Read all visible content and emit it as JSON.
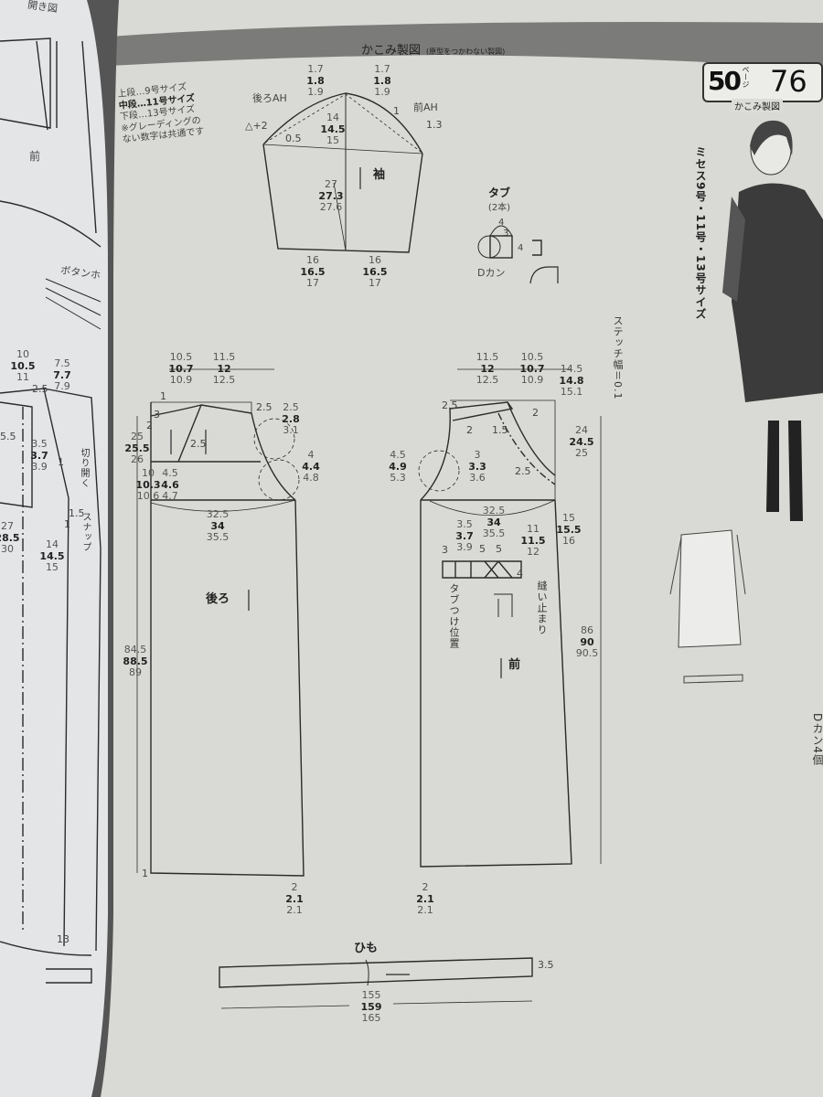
{
  "header": {
    "title": "かこみ製図",
    "subtitle": "(原型をつかわない製図)"
  },
  "badge": {
    "page": "50",
    "page_unit": "ページ",
    "number": "76",
    "label": "かこみ製図"
  },
  "legend": [
    "上段…9号サイズ",
    "中段…11号サイズ",
    "下段…13号サイズ",
    "※グレーディングの",
    "ない数字は共通です"
  ],
  "size_range": "ミセス9号・11号・13号サイズ",
  "notions": "Dカン4個",
  "left_page": {
    "heading": "開き図",
    "front": "前",
    "button": "ボタンホ",
    "m_top_a": [
      "10",
      "10.5",
      "11"
    ],
    "m_top_b": [
      "7.5",
      "7.7",
      "7.9"
    ],
    "m_25": "2.5",
    "m_55": "5.5",
    "m_37": [
      "3.5",
      "3.7",
      "3.9"
    ],
    "m_1": "1",
    "cut_open": "切り開く",
    "m_285": [
      "27",
      "28.5",
      "30"
    ],
    "m_145": [
      "14",
      "14.5",
      "15"
    ],
    "snap": "スナップ",
    "m_15": "1.5",
    "m_1b": "1",
    "m_13": "13"
  },
  "sleeve": {
    "title": "袖",
    "back_ah": "後ろAH",
    "front_ah": "前AH",
    "tri_plus": "△+2",
    "m_05": "0.5",
    "cap_left": [
      "1.7",
      "1.8",
      "1.9"
    ],
    "cap_right": [
      "1.7",
      "1.8",
      "1.9"
    ],
    "cap_height": [
      "14",
      "14.5",
      "15"
    ],
    "m_1": "1",
    "m_13": "1.3",
    "length": [
      "27",
      "27.3",
      "27.6"
    ],
    "hem_left": [
      "16",
      "16.5",
      "17"
    ],
    "hem_right": [
      "16",
      "16.5",
      "17"
    ]
  },
  "tab": {
    "title": "タブ",
    "count": "(2本)",
    "m_4": "4",
    "m_3": "3",
    "m_4b": "4",
    "d_ring": "Dカン"
  },
  "stitch": "ステッチ幅＝0.1",
  "back": {
    "title": "後ろ",
    "neck_w": [
      "10.5",
      "10.7",
      "10.9"
    ],
    "shoulder_w": [
      "11.5",
      "12",
      "12.5"
    ],
    "m_1": "1",
    "m_3": "3",
    "m_2": "2",
    "m_25a": "2.5",
    "m_25b": "2.5",
    "shoulder_drop": [
      "2.5",
      "2.8",
      "3.1"
    ],
    "armhole": [
      "4",
      "4.4",
      "4.8"
    ],
    "yoke_depth": [
      "25",
      "25.5",
      "26"
    ],
    "m_103": [
      "10",
      "10.3",
      "10.6"
    ],
    "m_46": [
      "4.5",
      "4.6",
      "4.7"
    ],
    "width": [
      "32.5",
      "34",
      "35.5"
    ],
    "length": [
      "84.5",
      "88.5",
      "89"
    ],
    "hem": [
      "2",
      "2.1",
      "2.1"
    ],
    "m_1b": "1"
  },
  "front": {
    "title": "前",
    "shoulder_w": [
      "11.5",
      "12",
      "12.5"
    ],
    "neck_w": [
      "10.5",
      "10.7",
      "10.9"
    ],
    "half_w": [
      "14.5",
      "14.8",
      "15.1"
    ],
    "m_25": "2.5",
    "m_2a": "2",
    "m_15": "1.5",
    "m_2b": "2",
    "m_33": [
      "3",
      "3.3",
      "3.6"
    ],
    "m_49": [
      "4.5",
      "4.9",
      "5.3"
    ],
    "m_25b": "2.5",
    "yoke_depth": [
      "24",
      "24.5",
      "25"
    ],
    "width": [
      "32.5",
      "34",
      "35.5"
    ],
    "side": [
      "15",
      "15.5",
      "16"
    ],
    "m_37": [
      "3.5",
      "3.7",
      "3.9"
    ],
    "m_3": "3",
    "m_5a": "5",
    "m_5b": "5",
    "m_115": [
      "11",
      "11.5",
      "12"
    ],
    "m_4": "4",
    "tab_pos": "タブつけ位置",
    "stop": "縫い止まり",
    "length": [
      "86",
      "90",
      "90.5"
    ],
    "hem": [
      "2",
      "2.1",
      "2.1"
    ]
  },
  "tie": {
    "title": "ひも",
    "width": "3.5",
    "length": [
      "155",
      "159",
      "165"
    ]
  },
  "colors": {
    "paper": "#d9d9d5",
    "band": "#7b7b79",
    "ink": "#2b2b2b",
    "left_page": "#e3e5e7"
  }
}
